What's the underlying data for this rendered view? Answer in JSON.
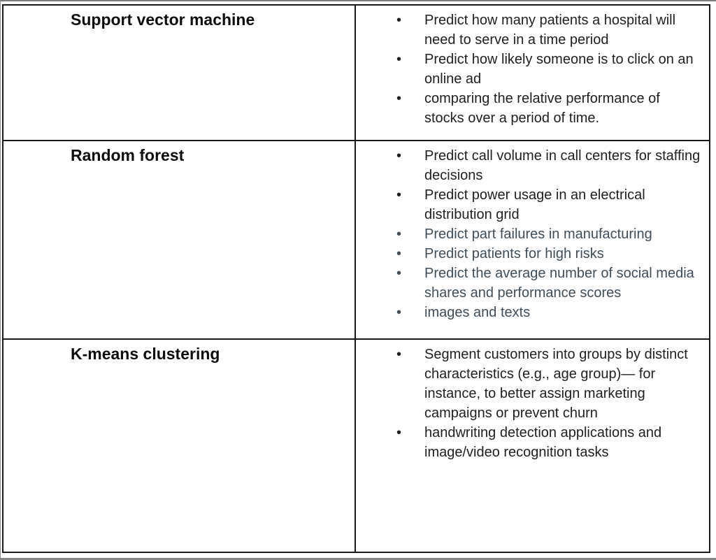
{
  "colors": {
    "text_default": "#1f1f1f",
    "text_accent": "#3f4d59",
    "border": "#1a1a1a"
  },
  "bullet_glyph": "•",
  "table": {
    "rows": [
      {
        "algorithm": "Support vector machine",
        "use_cases": [
          {
            "text": "Predict how many patients a hospital will need to serve in a time period",
            "accent": false
          },
          {
            "text": "Predict how likely someone is to click on an online ad",
            "accent": false
          },
          {
            "text": "comparing the relative performance of stocks over a period of time.",
            "accent": false
          }
        ]
      },
      {
        "algorithm": "Random forest",
        "use_cases": [
          {
            "text": "Predict call volume in call centers for staffing decisions",
            "accent": false
          },
          {
            "text": "Predict power usage in an electrical distribution grid",
            "accent": false
          },
          {
            "text": "Predict part failures in manufacturing",
            "accent": true
          },
          {
            "text": "Predict patients for high risks",
            "accent": true
          },
          {
            "text": "Predict the average number of social media shares and performance scores",
            "accent": true
          },
          {
            "text": "images and texts",
            "accent": true
          }
        ]
      },
      {
        "algorithm": "K-means clustering",
        "use_cases": [
          {
            "text": "Segment customers into groups by distinct characteristics (e.g., age group)— for instance, to better assign marketing campaigns or prevent churn",
            "accent": false
          },
          {
            "text": "handwriting detection applications and image/video recognition tasks",
            "accent": false
          }
        ]
      }
    ]
  }
}
